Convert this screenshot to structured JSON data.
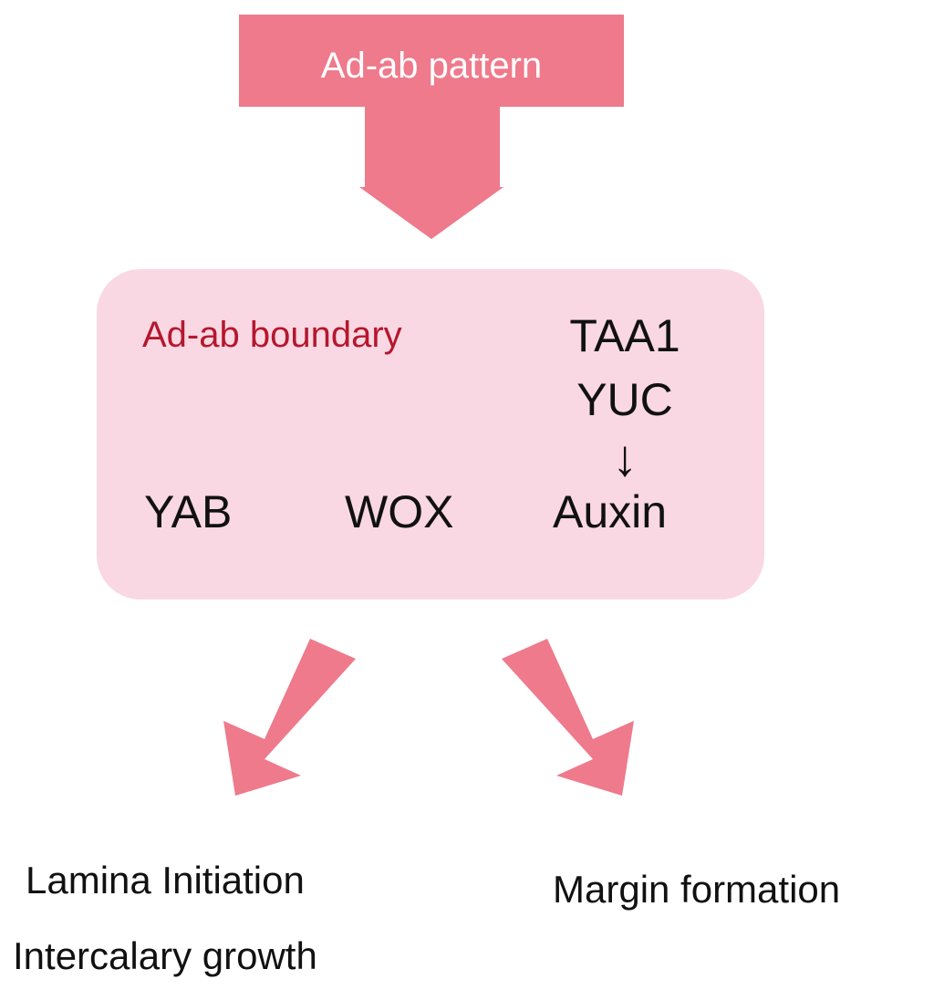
{
  "colors": {
    "arrow_fill": "#ee7a8c",
    "panel_fill": "#f9d8e3",
    "top_text": "#ffffff",
    "boundary_text": "#b5172e",
    "body_text": "#111111"
  },
  "diagram": {
    "top_box": {
      "label": "Ad-ab pattern"
    },
    "panel": {
      "boundary_label": "Ad-ab boundary",
      "taa1": "TAA1",
      "yuc": "YUC",
      "arrow_glyph": "↓",
      "yab": "YAB",
      "wox": "WOX",
      "auxin": "Auxin"
    },
    "outputs": {
      "left_line1": "Lamina Initiation",
      "left_line2": "Intercalary growth",
      "right": "Margin formation"
    }
  }
}
